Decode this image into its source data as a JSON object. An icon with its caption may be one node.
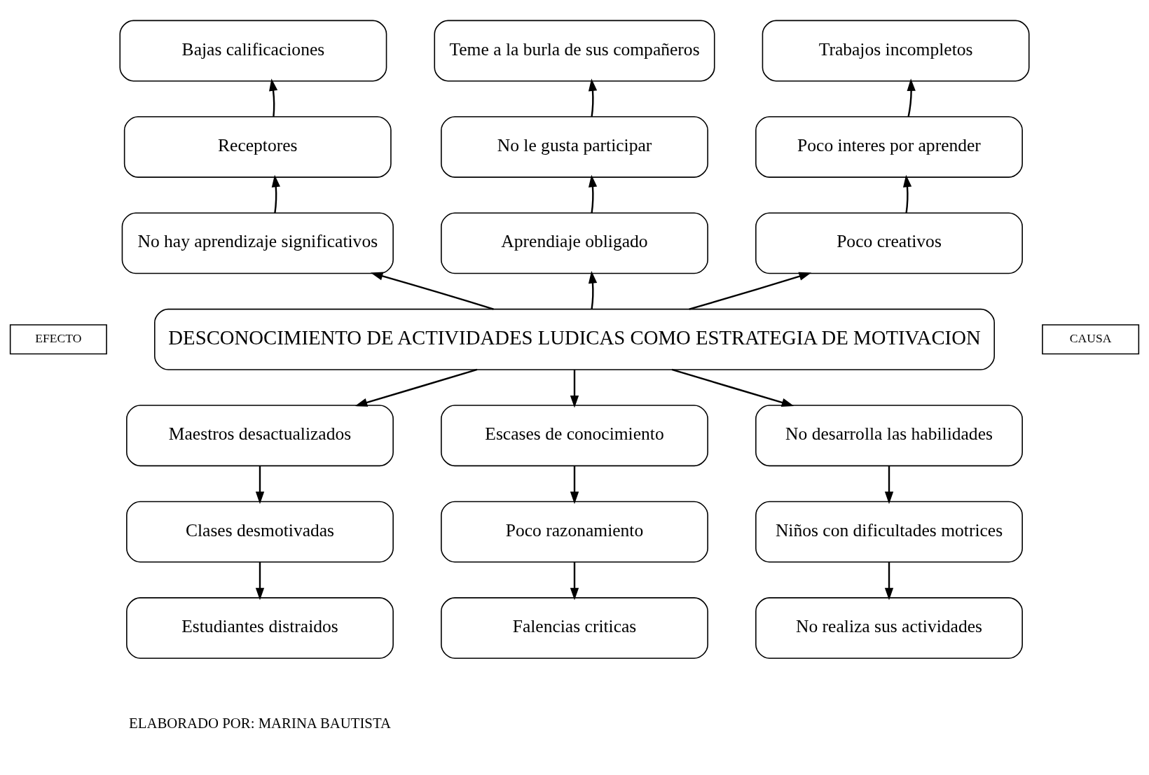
{
  "diagram": {
    "nodes": [
      {
        "text": [
          "DESCONOCIMIENTO DE ACTIVIDADES LUDICAS COMO ESTRATEGIA DE MOTIVACION"
        ]
      },
      {
        "text": [
          "Bajas calificaciones"
        ]
      },
      {
        "text": [
          "Teme a la burla de sus compañeros"
        ]
      },
      {
        "text": [
          "Trabajos incompletos"
        ]
      },
      {
        "text": [
          "Receptores"
        ]
      },
      {
        "text": [
          "No le gusta participar"
        ]
      },
      {
        "text": [
          "Poco interes por aprender"
        ]
      },
      {
        "text": [
          "No hay aprendizaje significativos"
        ]
      },
      {
        "text": [
          "Aprendiaje obligado"
        ]
      },
      {
        "text": [
          "Poco creativos"
        ]
      },
      {
        "text": [
          "EFECTO"
        ]
      },
      {
        "text": [
          "CAUSA"
        ]
      },
      {
        "text": [
          "Maestros desactualizados"
        ]
      },
      {
        "text": [
          "Escases de conocimiento"
        ]
      },
      {
        "text": [
          "No desarrolla las habilidades"
        ]
      },
      {
        "text": [
          "Clases desmotivadas"
        ]
      },
      {
        "text": [
          "Poco razonamiento"
        ]
      },
      {
        "text": [
          "Niños con dificultades motrices"
        ]
      },
      {
        "text": [
          "Estudiantes distraidos"
        ]
      },
      {
        "text": [
          "Falencias criticas"
        ]
      },
      {
        "text": [
          "No realiza sus actividades"
        ]
      }
    ],
    "edges": [
      {
        "from": 0,
        "to": 7,
        "arrow": "to"
      },
      {
        "from": 0,
        "to": 8,
        "arrow": "to"
      },
      {
        "from": 0,
        "to": 9,
        "arrow": "to"
      },
      {
        "from": 7,
        "to": 4,
        "arrow": "to"
      },
      {
        "from": 4,
        "to": 1,
        "arrow": "to"
      },
      {
        "from": 8,
        "to": 5,
        "arrow": "to"
      },
      {
        "from": 5,
        "to": 2,
        "arrow": "to"
      },
      {
        "from": 9,
        "to": 6,
        "arrow": "to"
      },
      {
        "from": 6,
        "to": 3,
        "arrow": "to"
      },
      {
        "from": 0,
        "to": 12,
        "arrow": "to"
      },
      {
        "from": 0,
        "to": 13,
        "arrow": "to"
      },
      {
        "from": 0,
        "to": 14,
        "arrow": "to"
      },
      {
        "from": 12,
        "to": 15,
        "arrow": "to"
      },
      {
        "from": 15,
        "to": 18,
        "arrow": "to"
      },
      {
        "from": 13,
        "to": 16,
        "arrow": "to"
      },
      {
        "from": 16,
        "to": 19,
        "arrow": "to"
      },
      {
        "from": 14,
        "to": 17,
        "arrow": "to"
      },
      {
        "from": 17,
        "to": 20,
        "arrow": "to"
      }
    ],
    "labels": [
      "ELABORADO POR: MARINA BAUTISTA"
    ]
  }
}
